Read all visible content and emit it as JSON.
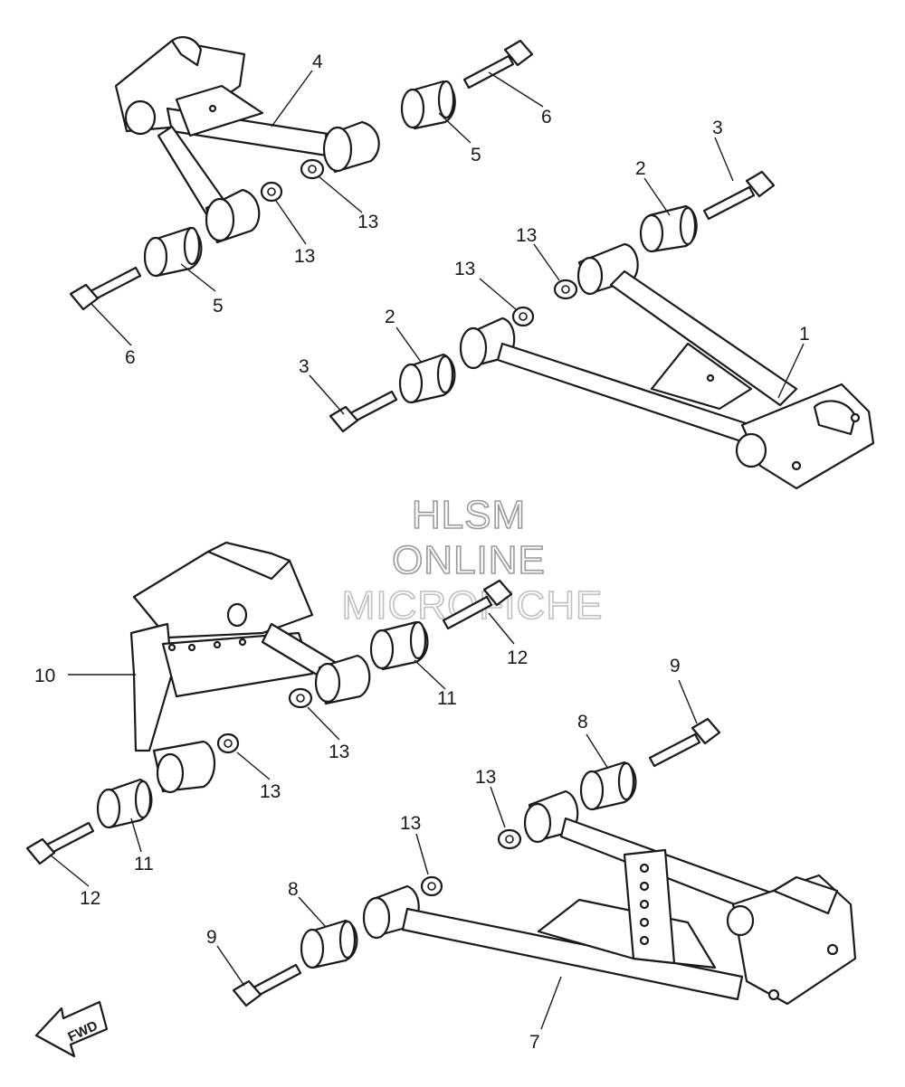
{
  "watermark": {
    "line1": "HLSM",
    "line2": "ONLINE",
    "line3": "MICROFICHE"
  },
  "direction_label": "FWD",
  "callouts": [
    "1",
    "2",
    "2",
    "3",
    "3",
    "4",
    "5",
    "5",
    "6",
    "6",
    "7",
    "8",
    "8",
    "9",
    "9",
    "10",
    "11",
    "11",
    "12",
    "12",
    "13",
    "13",
    "13",
    "13",
    "13",
    "13",
    "13",
    "13"
  ],
  "icons": [
    "fwd-arrow-icon"
  ]
}
